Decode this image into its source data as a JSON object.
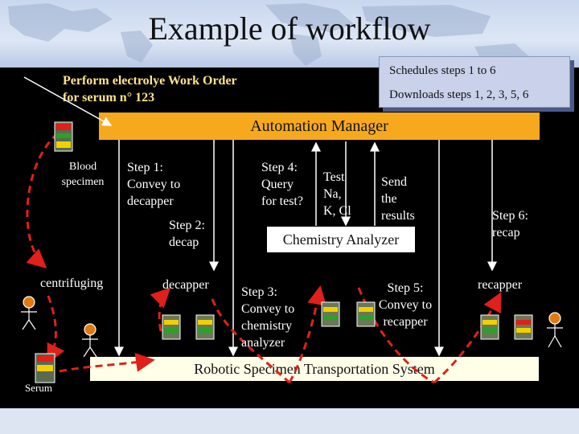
{
  "title": "Example of workflow",
  "work_order": {
    "line1": "Perform electrolye Work Order",
    "line2": "for serum n° 123"
  },
  "schedule_box": {
    "line1": "Schedules steps 1 to 6",
    "line2": "Downloads steps 1, 2, 3, 5, 6"
  },
  "automation_manager": "Automation  Manager",
  "chemistry_analyzer": "Chemistry Analyzer",
  "transport_system": "Robotic Specimen Transportation System",
  "blood_specimen": {
    "line1": "Blood",
    "line2": "specimen"
  },
  "step1": {
    "line1": "Step 1:",
    "line2": "Convey to",
    "line3": "decapper"
  },
  "step2": {
    "line1": "Step 2:",
    "line2": "decap"
  },
  "step3": {
    "line1": "Step 3:",
    "line2": "Convey to",
    "line3": "chemistry",
    "line4": "analyzer"
  },
  "step4": {
    "line1": "Step 4:",
    "line2": "Query",
    "line3": "for test?"
  },
  "test": {
    "line1": "Test",
    "line2": "Na,",
    "line3": "K, Cl"
  },
  "send": {
    "line1": "Send",
    "line2": "the",
    "line3": "results"
  },
  "step5": {
    "line1": "Step 5:",
    "line2": "Convey to",
    "line3": "recapper"
  },
  "step6": {
    "line1": "Step 6:",
    "line2": "recap"
  },
  "centrifuging": "centrifuging",
  "decapper": "decapper",
  "recapper": "recapper",
  "serum": "Serum"
}
